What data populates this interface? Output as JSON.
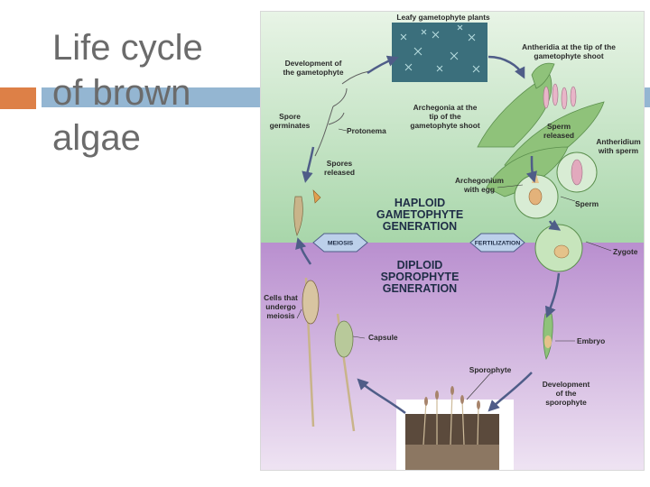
{
  "slide": {
    "title": "Life cycle\nof brown\nalgae"
  },
  "figure": {
    "labels": {
      "leafy": "Leafy gametophyte plants",
      "antheridia_1": "Antheridia at the tip of the",
      "antheridia_2": "gametophyte shoot",
      "development_1": "Development of",
      "development_2": "the gametophyte",
      "archegonia_1": "Archegonia at the",
      "archegonia_2": "tip of the",
      "archegonia_3": "gametophyte shoot",
      "sperm_released_1": "Sperm",
      "sperm_released_2": "released",
      "antheridium_1": "Antheridium",
      "antheridium_2": "with sperm",
      "spore_germinates_1": "Spore",
      "spore_germinates_2": "germinates",
      "protonema": "Protonema",
      "spores_released_1": "Spores",
      "spores_released_2": "released",
      "archegonium_1": "Archegonium",
      "archegonium_2": "with egg",
      "sperm": "Sperm",
      "zygote": "Zygote",
      "cells_meiosis_1": "Cells that",
      "cells_meiosis_2": "undergo",
      "cells_meiosis_3": "meiosis",
      "capsule": "Capsule",
      "embryo": "Embryo",
      "sporophyte": "Sporophyte",
      "dev_sporophyte_1": "Development",
      "dev_sporophyte_2": "of the",
      "dev_sporophyte_3": "sporophyte"
    },
    "generations": {
      "haploid_1": "HAPLOID",
      "haploid_2": "GAMETOPHYTE",
      "haploid_3": "GENERATION",
      "diploid_1": "DIPLOID",
      "diploid_2": "SPOROPHYTE",
      "diploid_3": "GENERATION"
    },
    "processes": {
      "meiosis": "MEIOSIS",
      "fertilization": "FERTILIZATION"
    },
    "colors": {
      "haploid_bg": "#a9d8ae",
      "diploid_bg": "#c9a7d9",
      "arrow": "#4f5d88",
      "plant_green": "#7fb36a"
    }
  }
}
